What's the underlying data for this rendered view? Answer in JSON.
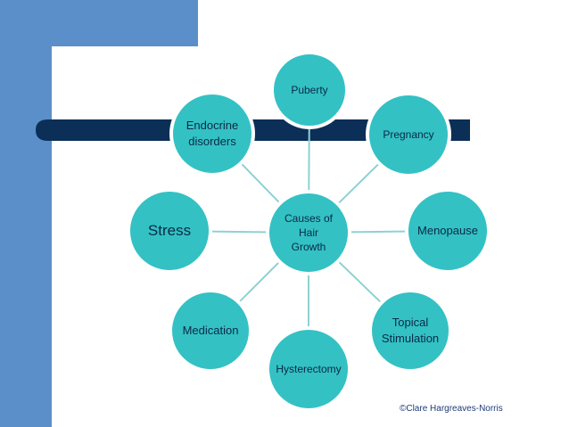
{
  "colors": {
    "node_fill": "#33c1c4",
    "node_border": "#ffffff",
    "connector": "#8fd1d3",
    "side_bar": "#5b8fc9",
    "horizontal_bar": "#0b2f57",
    "text": "#0b2a45"
  },
  "diagram": {
    "center": "Causes of\nHair\nGrowth",
    "nodes": [
      {
        "id": "puberty",
        "label": "Puberty"
      },
      {
        "id": "pregnancy",
        "label": "Pregnancy"
      },
      {
        "id": "menopause",
        "label": "Menopause"
      },
      {
        "id": "topical-stimulation",
        "label": "Topical\nStimulation"
      },
      {
        "id": "hysterectomy",
        "label": "Hysterectomy"
      },
      {
        "id": "medication",
        "label": "Medication"
      },
      {
        "id": "stress",
        "label": "Stress"
      },
      {
        "id": "endocrine-disorders",
        "label": "Endocrine\ndisorders"
      }
    ]
  },
  "footer": {
    "credit": "©Clare Hargreaves-Norris"
  }
}
